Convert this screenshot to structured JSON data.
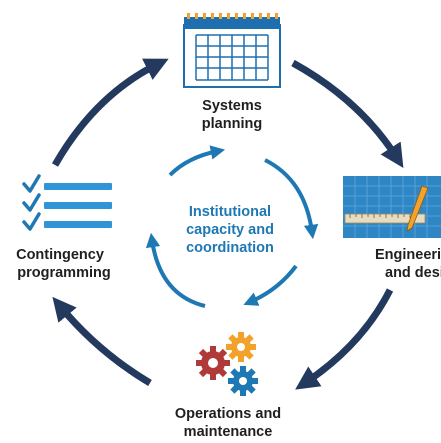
{
  "center": {
    "lines": [
      "Institutional",
      "capacity and",
      "coordination"
    ]
  },
  "stages": {
    "systems_planning": {
      "lines": [
        "Systems",
        "planning"
      ],
      "icon": "calendar-icon"
    },
    "engineering_design": {
      "lines": [
        "Engineering",
        "and design"
      ],
      "icon": "blueprint-ruler-pencil-icon"
    },
    "operations_maintenance": {
      "lines": [
        "Operations and",
        "maintenance"
      ],
      "icon": "gears-icon"
    },
    "contingency_programming": {
      "lines": [
        "Contingency",
        "programming"
      ],
      "icon": "checklist-icon"
    }
  },
  "colors": {
    "outer_arrows": "#233a5e",
    "inner_arrows": "#1e78b4",
    "center_text": "#1e78b4",
    "label_text": "#1f1f1f",
    "calendar_top": "#1e6fb0",
    "blueprint": "#2f86c4",
    "gear_red": "#b03a3a",
    "gear_orange": "#f2a22a",
    "gear_blue": "#1e78b4",
    "check": "#1e78b4",
    "check_lines": "#2f95d6"
  }
}
